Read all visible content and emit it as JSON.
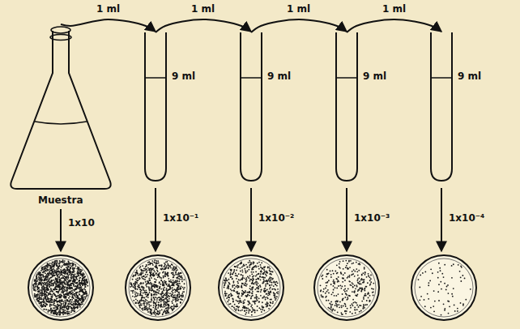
{
  "diagram": {
    "nodes": [
      {
        "text": [
          "Muestra"
        ]
      },
      {
        "text": [
          "9 ml"
        ]
      },
      {
        "text": [
          "9 ml"
        ]
      },
      {
        "text": [
          "9 ml"
        ]
      },
      {
        "text": [
          "9 ml"
        ]
      }
    ],
    "edges": [
      {
        "from": 0,
        "to": 1,
        "label": "1 ml",
        "arrow": "to"
      },
      {
        "from": 1,
        "to": 2,
        "label": "1 ml",
        "arrow": "to"
      },
      {
        "from": 2,
        "to": 3,
        "label": "1 ml",
        "arrow": "to"
      },
      {
        "from": 3,
        "to": 4,
        "label": "1 ml",
        "arrow": "to"
      }
    ],
    "labels": [
      "1x10",
      "1x10⁻¹",
      "1x10⁻²",
      "1x10⁻³",
      "1x10⁻⁴"
    ]
  }
}
